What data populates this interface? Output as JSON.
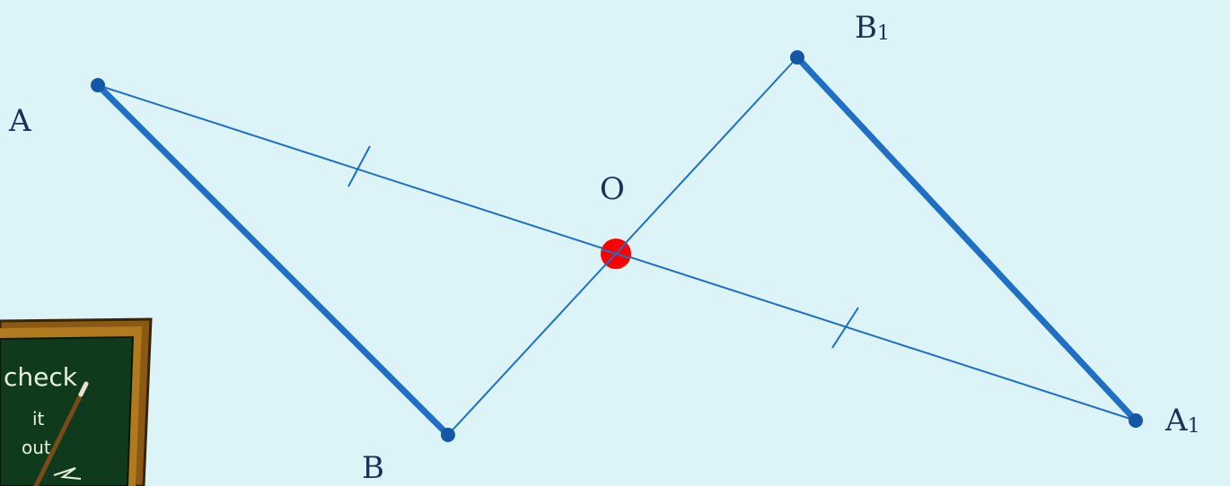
{
  "labels": {
    "A": {
      "text": "A",
      "sub": ""
    },
    "B": {
      "text": "B",
      "sub": ""
    },
    "O": {
      "text": "O",
      "sub": ""
    },
    "B1": {
      "text": "B",
      "sub": "1"
    },
    "A1": {
      "text": "A",
      "sub": "1"
    }
  },
  "board": {
    "line1": "check",
    "line2": "it",
    "line3": "out"
  },
  "colors": {
    "background": "#dcf4f7",
    "segment": "#1f6fc4",
    "point": "#1457a6",
    "center": "#ff0000",
    "board_frame": "#8a5a14",
    "board_surface": "#0f3b1c"
  },
  "icons": {
    "board": "chalkboard-icon"
  }
}
